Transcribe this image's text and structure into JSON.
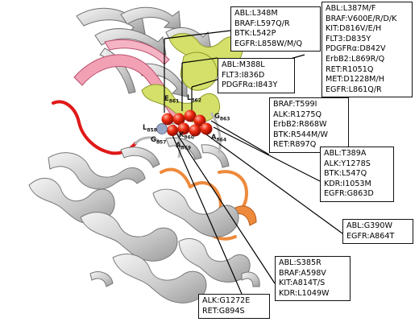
{
  "residue_labels": [
    {
      "name": "L",
      "num": "858"
    },
    {
      "name": "G",
      "num": "857"
    },
    {
      "name": "A",
      "num": "859"
    },
    {
      "name": "K",
      "num": "860"
    },
    {
      "name": "E",
      "num": "861"
    },
    {
      "name": "L",
      "num": "862"
    },
    {
      "name": "G",
      "num": "863"
    },
    {
      "name": "A",
      "num": "864"
    }
  ],
  "boxes": [
    {
      "id": "box-1",
      "lines": [
        "ABL:L348M",
        "BRAF:L597Q/R",
        "BTK:L542P",
        "EGFR:L858W/M/Q"
      ]
    },
    {
      "id": "box-2",
      "lines": [
        "ABL:L387M/F",
        "BRAF:V600E/R/D/K",
        "KIT:D816V/E/H",
        "FLT3:D835Y",
        "PDGFRα:D842V",
        "ErbB2:L869R/Q",
        "RET:R1051Q",
        "MET:D1228M/H",
        "EGFR:L861Q/R"
      ]
    },
    {
      "id": "box-3",
      "lines": [
        "ABL:M388L",
        "FLT3:I836D",
        "PDGFRα:I843Y"
      ]
    },
    {
      "id": "box-4",
      "lines": [
        "BRAF:T599I",
        "ALK:R1275Q",
        "ErbB2:R868W",
        "BTK:R544M/W",
        "RET:R897Q"
      ]
    },
    {
      "id": "box-5",
      "lines": [
        "ABL:T389A",
        "ALK:Y1278S",
        "BTK:L547Q",
        "KDR:I1053M",
        "EGFR:G863D"
      ]
    },
    {
      "id": "box-6",
      "lines": [
        "ABL:G390W",
        "EGFR:A864T"
      ]
    },
    {
      "id": "box-7",
      "lines": [
        "ABL:S385R",
        "BRAF:A598V",
        "KIT:A814T/S",
        "KDR:L1049W"
      ]
    },
    {
      "id": "box-8",
      "lines": [
        "ALK:G1272E",
        "RET:G894S"
      ]
    }
  ]
}
